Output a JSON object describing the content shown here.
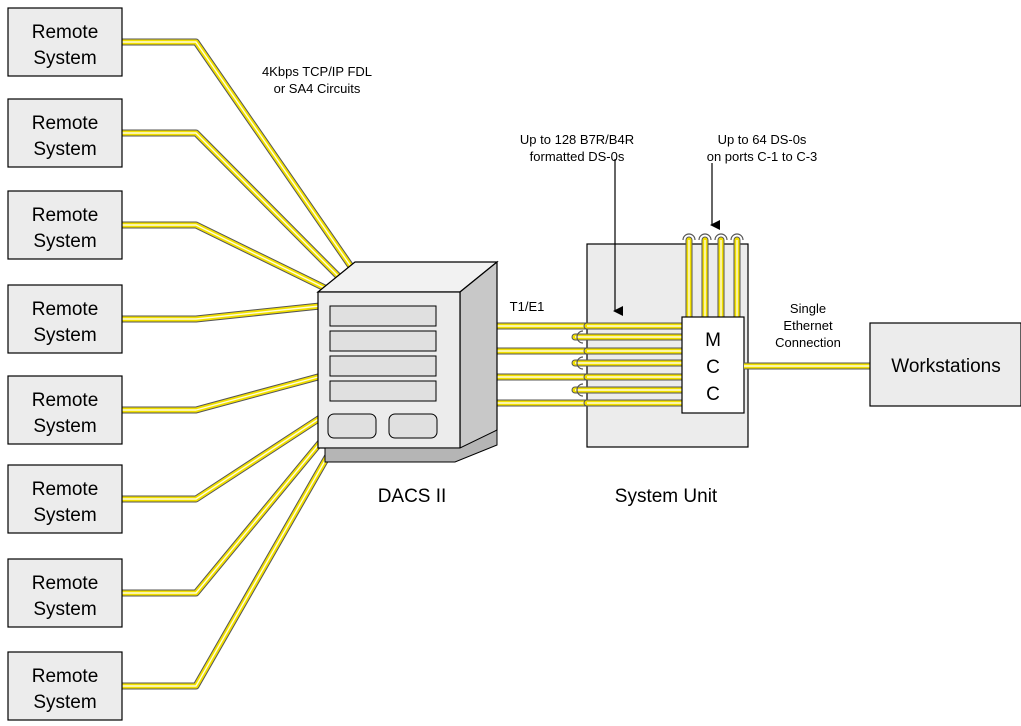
{
  "remote_systems": [
    {
      "line1": "Remote",
      "line2": "System"
    },
    {
      "line1": "Remote",
      "line2": "System"
    },
    {
      "line1": "Remote",
      "line2": "System"
    },
    {
      "line1": "Remote",
      "line2": "System"
    },
    {
      "line1": "Remote",
      "line2": "System"
    },
    {
      "line1": "Remote",
      "line2": "System"
    },
    {
      "line1": "Remote",
      "line2": "System"
    },
    {
      "line1": "Remote",
      "line2": "System"
    }
  ],
  "labels": {
    "fdl_line1": "4Kbps TCP/IP FDL",
    "fdl_line2": "or SA4 Circuits",
    "ds0_line1": "Up to 128 B7R/B4R",
    "ds0_line2": "formatted DS-0s",
    "ports_line1": "Up to 64 DS-0s",
    "ports_line2": "on ports C-1 to C-3",
    "t1e1": "T1/E1",
    "eth_line1": "Single",
    "eth_line2": "Ethernet",
    "eth_line3": "Connection"
  },
  "dacs": {
    "label": "DACS II"
  },
  "system_unit": {
    "label": "System Unit"
  },
  "mcc": {
    "line1": "M",
    "line2": "C",
    "line3": "C"
  },
  "workstations": {
    "label": "Workstations"
  },
  "colors": {
    "cable": "#f2e000",
    "cable_core": "#fffde0",
    "box_fill": "#ececec"
  }
}
